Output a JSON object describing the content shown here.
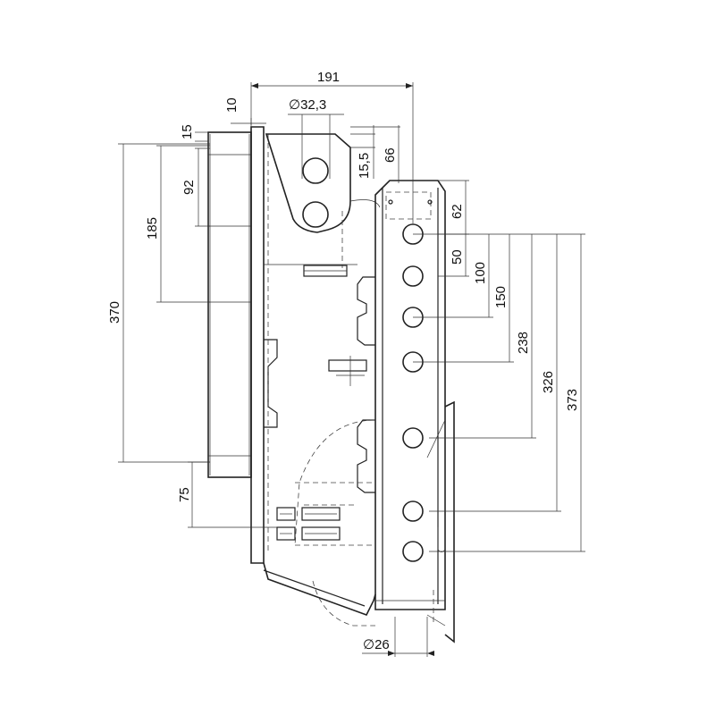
{
  "dimensions": {
    "d191": "191",
    "d10": "10",
    "d32_3": "32,3",
    "d15": "15",
    "d15_5": "15,5",
    "d66": "66",
    "d92": "92",
    "d185": "185",
    "d370": "370",
    "d62": "62",
    "d50": "50",
    "d100": "100",
    "d150": "150",
    "d238": "238",
    "d326": "326",
    "d373": "373",
    "d75": "75",
    "d26": "26"
  },
  "symbols": {
    "diameter": "∅"
  },
  "colors": {
    "stroke": "#222222",
    "background": "#ffffff"
  }
}
